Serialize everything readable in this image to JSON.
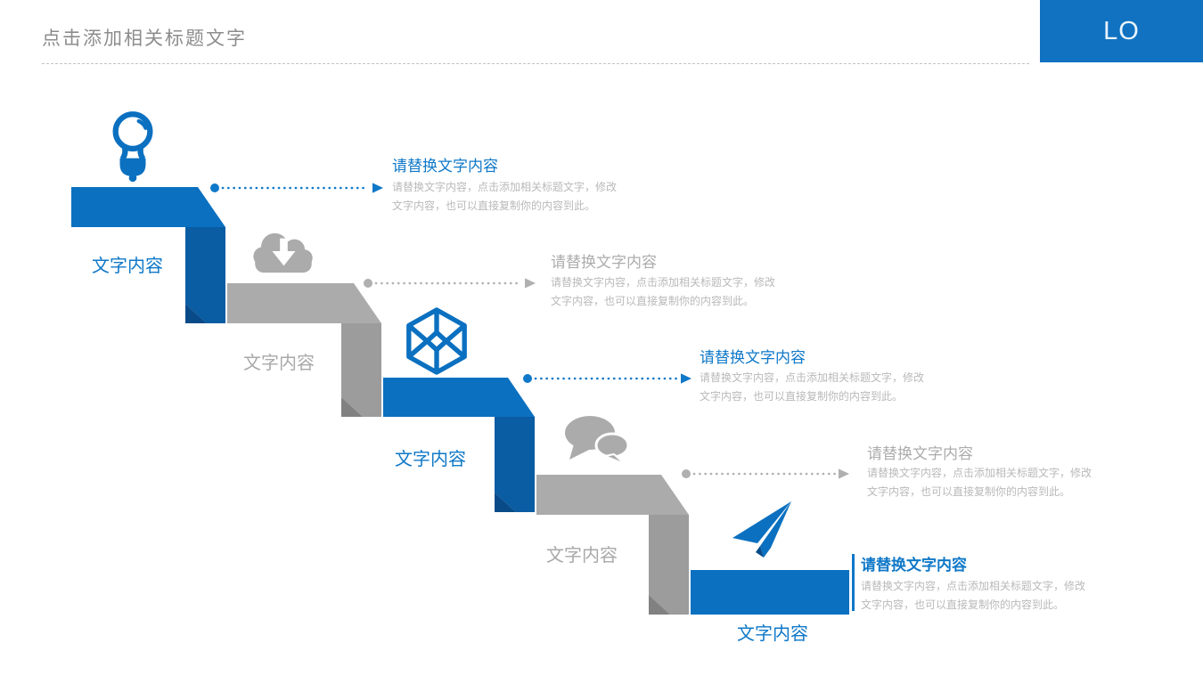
{
  "header": {
    "title": "点击添加相关标题文字",
    "logo": "LO"
  },
  "colors": {
    "blue": "#0b70c0",
    "blue_dark": "#0a5ca3",
    "gray": "#ababab",
    "gray_dark": "#9c9c9c",
    "text_blue": "#0f78c8",
    "text_gray": "#acacac",
    "body_gray": "#b9b9b9"
  },
  "steps": [
    {
      "icon": "lightbulb-icon",
      "accent": "blue",
      "label": "文字内容",
      "title": "请替换文字内容",
      "body": [
        "请替换文字内容，点击添加相关标题文字，修改",
        "文字内容，也可以直接复制你的内容到此。"
      ]
    },
    {
      "icon": "cloud-download-icon",
      "accent": "gray",
      "label": "文字内容",
      "title": "请替换文字内容",
      "body": [
        "请替换文字内容，点击添加相关标题文字，修改",
        "文字内容，也可以直接复制你的内容到此。"
      ]
    },
    {
      "icon": "cube-icon",
      "accent": "blue",
      "label": "文字内容",
      "title": "请替换文字内容",
      "body": [
        "请替换文字内容，点击添加相关标题文字，修改",
        "文字内容，也可以直接复制你的内容到此。"
      ]
    },
    {
      "icon": "chat-bubbles-icon",
      "accent": "gray",
      "label": "文字内容",
      "title": "请替换文字内容",
      "body": [
        "请替换文字内容，点击添加相关标题文字，修改",
        "文字内容，也可以直接复制你的内容到此。"
      ]
    },
    {
      "icon": "paper-plane-icon",
      "accent": "blue",
      "label": "文字内容",
      "title": "请替换文字内容",
      "body": [
        "请替换文字内容，点击添加相关标题文字，修改",
        "文字内容，也可以直接复制你的内容到此。"
      ]
    }
  ]
}
